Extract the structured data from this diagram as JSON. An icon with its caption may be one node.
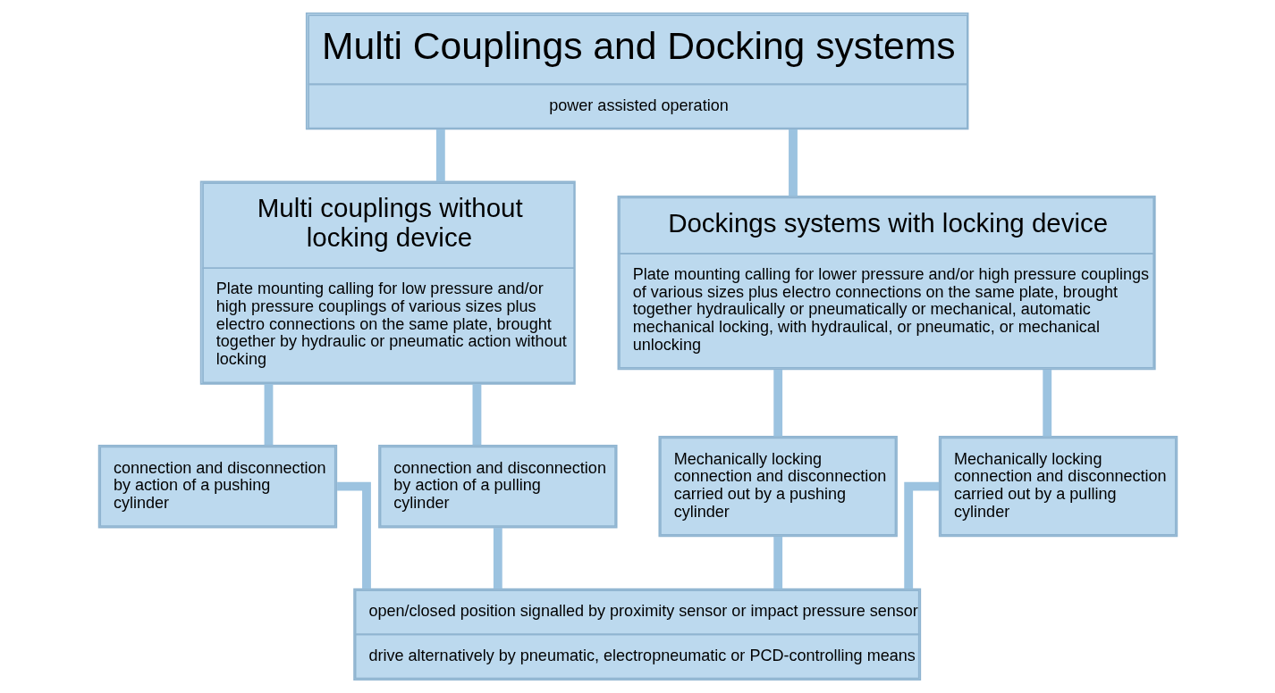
{
  "diagram": {
    "nodes": [
      {
        "text": [
          "Multi Couplings and Docking systems",
          "power assisted operation"
        ]
      },
      {
        "text": [
          "Multi couplings without locking device",
          "Plate mounting calling for low pressure and/or high pressure couplings of various sizes plus electro connections on the same plate, brought together by hydraulic or pneumatic action without locking"
        ]
      },
      {
        "text": [
          "Dockings systems with locking device",
          "Plate mounting calling for lower pressure and/or high pressure couplings of various sizes plus electro connections on the same plate, brought together hydraulically or pneumatically or mechanical, automatic mechanical locking, with hydraulical, or pneumatic, or mechanical unlocking"
        ]
      },
      {
        "text": [
          "connection and disconnection by action of a pushing cylinder"
        ]
      },
      {
        "text": [
          "connection and disconnection by action of a pulling cylinder"
        ]
      },
      {
        "text": [
          "Mechanically locking connection and disconnection carried out by a pushing cylinder"
        ]
      },
      {
        "text": [
          "Mechanically locking connection and disconnection carried out by a pulling cylinder"
        ]
      },
      {
        "text": [
          "open/closed position signalled by proximity sensor or impact pressure sensor",
          "drive alternatively by pneumatic, electropneumatic or PCD-controlling means"
        ]
      }
    ],
    "edges": [
      {
        "from": 0,
        "to": 1,
        "arrow": "none"
      },
      {
        "from": 0,
        "to": 2,
        "arrow": "none"
      },
      {
        "from": 1,
        "to": 3,
        "arrow": "none"
      },
      {
        "from": 1,
        "to": 4,
        "arrow": "none"
      },
      {
        "from": 2,
        "to": 5,
        "arrow": "none"
      },
      {
        "from": 2,
        "to": 6,
        "arrow": "none"
      },
      {
        "from": 3,
        "to": 7,
        "arrow": "none"
      },
      {
        "from": 4,
        "to": 7,
        "arrow": "none"
      },
      {
        "from": 5,
        "to": 7,
        "arrow": "none"
      },
      {
        "from": 6,
        "to": 7,
        "arrow": "none"
      }
    ]
  }
}
